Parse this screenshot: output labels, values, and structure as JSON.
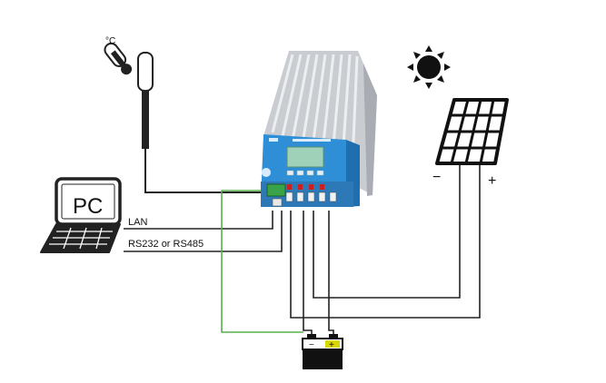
{
  "labels": {
    "pc": "PC",
    "lan": "LAN",
    "rs": "RS232 or RS485",
    "temp_unit": "°C",
    "panel_minus": "−",
    "panel_plus": "+",
    "battery_minus": "−",
    "battery_plus": "+"
  },
  "icons": {
    "temperature": "thermometer-icon",
    "sun": "sun-icon",
    "solar_panel": "solar-panel-icon",
    "laptop": "laptop-icon",
    "battery": "battery-icon",
    "controller": "mppt-charge-controller"
  },
  "colors": {
    "line": "#222222",
    "ground_wire": "#55b04a",
    "controller_blue": "#2f8fd6",
    "controller_heatsink": "#cfd2d6",
    "battery_plus": "#d8d800"
  }
}
